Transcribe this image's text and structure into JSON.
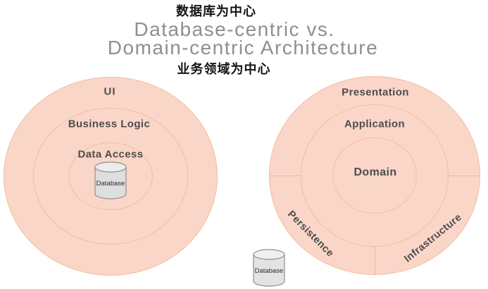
{
  "header": {
    "annotation_top_zh": "数据库为中心",
    "title_line1": "Database-centric vs.",
    "title_line2": "Domain-centric Architecture",
    "annotation_bottom_zh": "业务领域为中心"
  },
  "left_diagram": {
    "type": "database-centric",
    "layers": [
      "UI",
      "Business Logic",
      "Data Access"
    ],
    "database_label": "Database"
  },
  "right_diagram": {
    "type": "domain-centric",
    "layers": [
      "Presentation",
      "Application",
      "Domain"
    ],
    "outer_ring_segments": [
      "Persistence",
      "Infrastructure"
    ],
    "database_label": "Database"
  },
  "colors": {
    "ring_fill": "#fad6c8",
    "ring_border": "#f3bd9c",
    "layer_label_text": "#4d4d4d",
    "title_text": "#8f8f8f",
    "annotation_text": "#141414",
    "cylinder_body_fill": "#dedede",
    "cylinder_top_fill": "#ececec",
    "cylinder_border": "#8f8f8f"
  }
}
